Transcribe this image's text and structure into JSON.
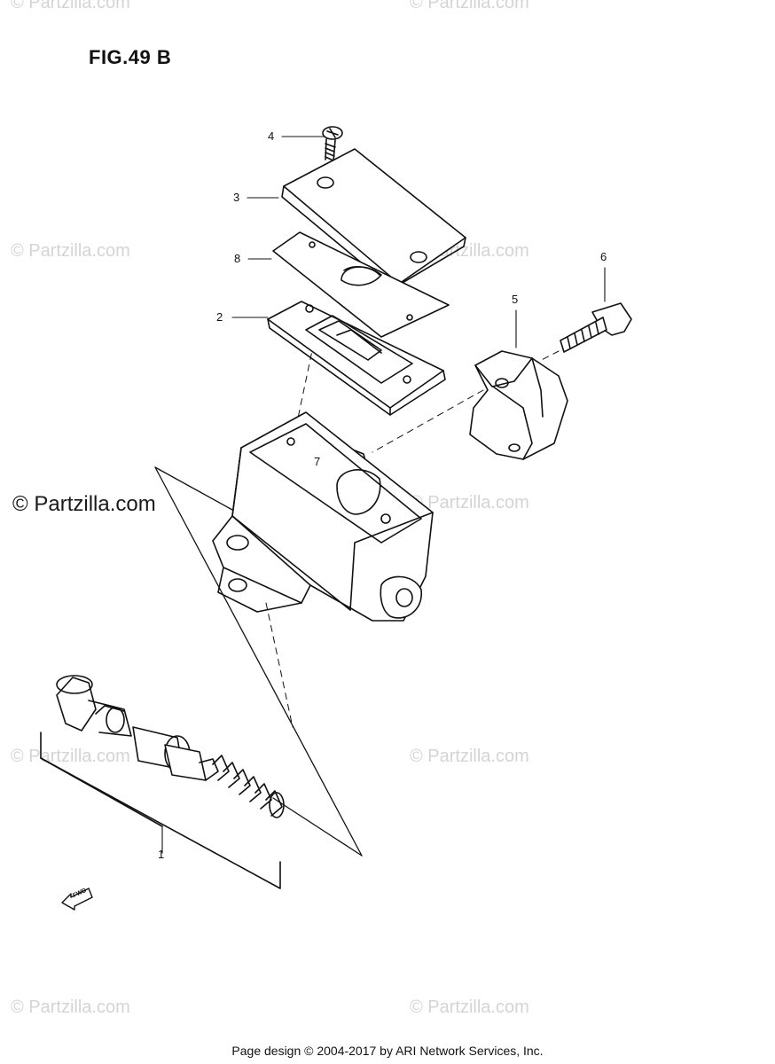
{
  "figure": {
    "title": "FIG.49 B"
  },
  "callouts": [
    {
      "id": "c1",
      "label": "1"
    },
    {
      "id": "c2",
      "label": "2"
    },
    {
      "id": "c3",
      "label": "3"
    },
    {
      "id": "c4",
      "label": "4"
    },
    {
      "id": "c5",
      "label": "5"
    },
    {
      "id": "c6",
      "label": "6"
    },
    {
      "id": "c7",
      "label": "7"
    },
    {
      "id": "c8",
      "label": "8"
    }
  ],
  "watermarks": {
    "main": "© Partzilla.com",
    "faint": "© Partzilla.com"
  },
  "direction_arrow": {
    "label": "FWD"
  },
  "footer": {
    "text": "Page design © 2004-2017 by ARI Network Services, Inc."
  }
}
